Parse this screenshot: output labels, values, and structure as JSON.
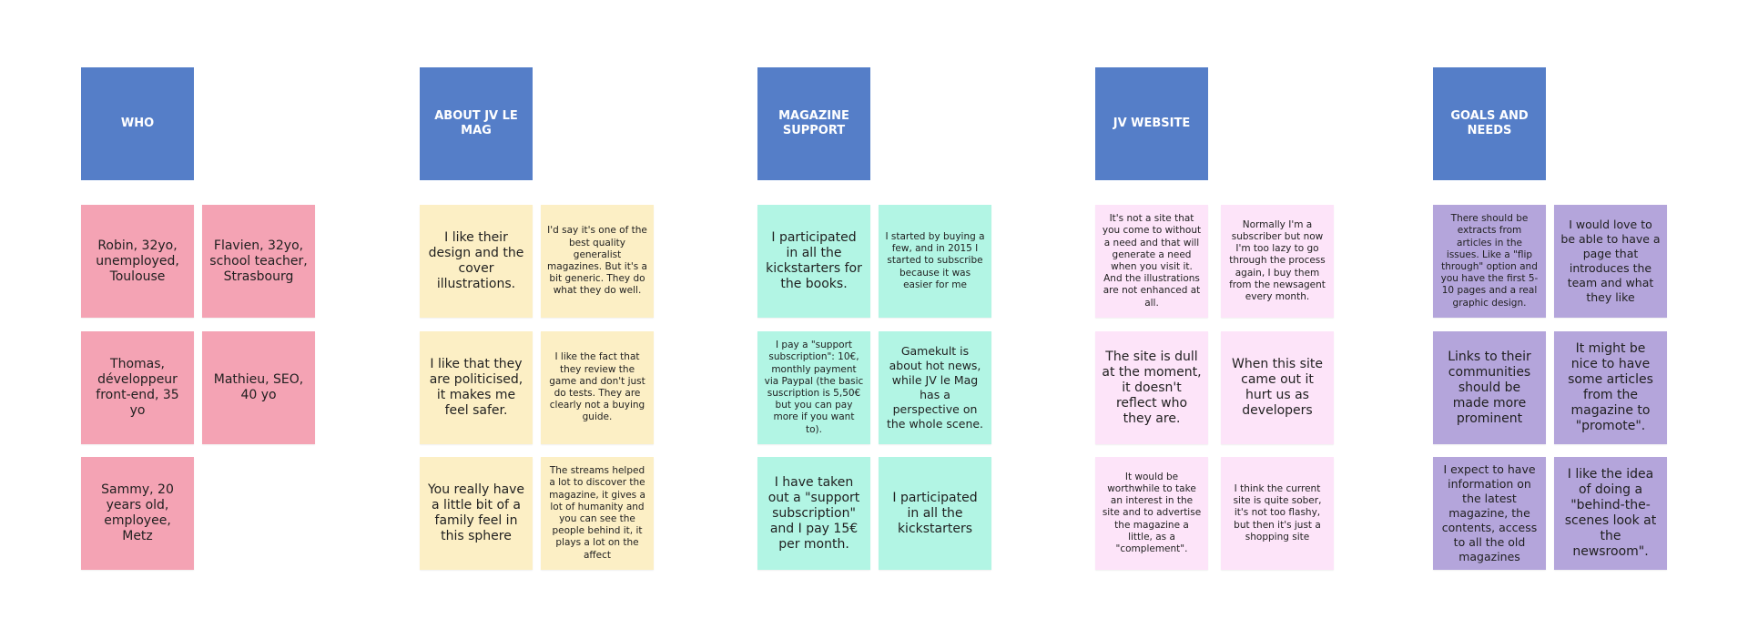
{
  "columns": [
    {
      "title": "WHO",
      "color": "#f4a3b4",
      "notes": [
        "Robin, 32yo, unemployed, Toulouse",
        "Flavien, 32yo, school teacher, Strasbourg",
        "Thomas, développeur front-end, 35 yo",
        "Mathieu, SEO, 40 yo",
        "Sammy, 20 years old, employee, Metz"
      ]
    },
    {
      "title": "ABOUT JV LE MAG",
      "color": "#fcefc5",
      "notes": [
        "I like their design and the cover illustrations.",
        "I'd say it's one of the best quality generalist magazines. But it's a bit generic. They do what they do well.",
        "I like that they are politicised, it makes me feel safer.",
        "I like the fact that they review the game and don't just do tests. They are clearly not a buying guide.",
        "You really have a little bit of a family feel in this sphere",
        "The streams helped a lot to discover the magazine, it gives a lot of humanity and you can see the people behind it, it plays a lot on the affect"
      ]
    },
    {
      "title": "MAGAZINE SUPPORT",
      "color": "#b2f5e4",
      "notes": [
        "I participated in all the kickstarters for the books.",
        "I started by buying a few, and in 2015 I started to subscribe because it was easier for me",
        "I pay a \"support subscription\": 10€, monthly payment via Paypal (the basic suscription is 5,50€ but you can pay more if you want to).",
        "Gamekult is about hot news, while JV le Mag has a perspective on the whole scene.",
        "I have taken out a \"support subscription\" and I pay 15€ per month.",
        "I participated in all the kickstarters"
      ]
    },
    {
      "title": "JV WEBSITE",
      "color": "#fde4f9",
      "notes": [
        "It's not a site that you come to without a need and that will generate a need when you visit it. And the illustrations are not enhanced at all.",
        "Normally I'm a subscriber but now I'm too lazy to go through the process again, I buy them from the newsagent every month.",
        "The site is dull at the moment, it doesn't reflect who they are.",
        "When this site came out it hurt us as developers",
        "It would be worthwhile to take an interest in the site and to advertise the magazine a little, as a \"complement\".",
        "I think the current site is quite sober, it's not too flashy, but then it's just a shopping site"
      ]
    },
    {
      "title": "GOALS AND NEEDS",
      "color": "#b4a5db",
      "notes": [
        "There should be extracts from articles in the issues. Like a \"flip through\" option and you have the first 5-10 pages and a real graphic design.",
        "I would love to be able to have a page that introduces the team and what they like",
        "Links to their communities should be made more prominent",
        "It might be nice to have some articles from the magazine to \"promote\".",
        "I expect to have information on the latest magazine, the contents, access to all the old magazines",
        "I like the idea of doing a \"behind-the-scenes look at the newsroom\"."
      ]
    }
  ]
}
